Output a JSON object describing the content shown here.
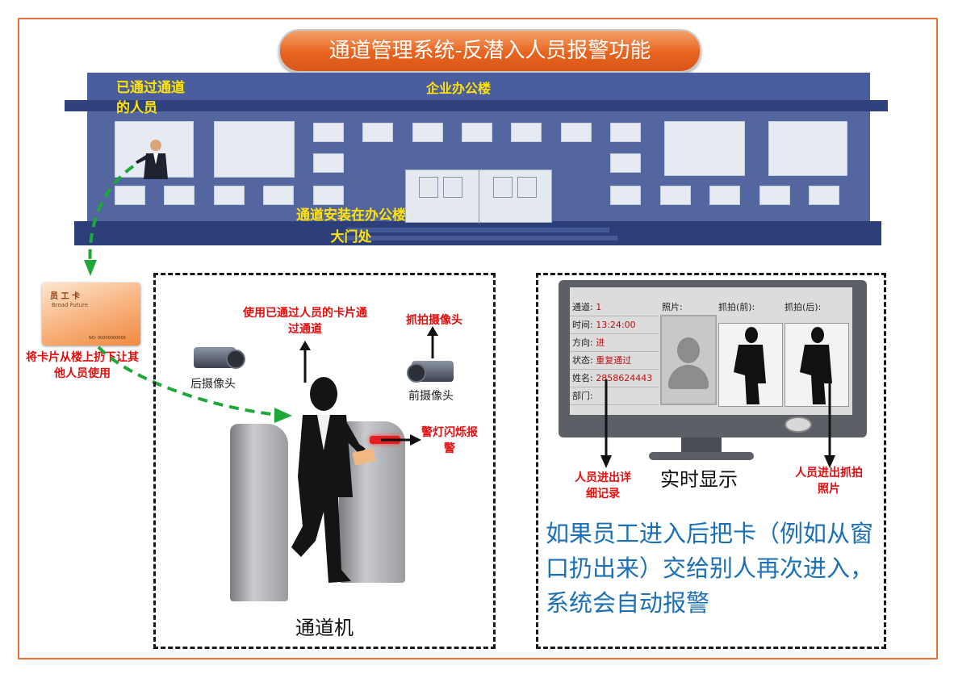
{
  "title": "通道管理系统-反潜入人员报警功能",
  "building": {
    "name": "企业办公楼",
    "passed_person_label": "已通过通道的人员",
    "install_label": "通道安装在办公楼大门处"
  },
  "card": {
    "line1": "员 工 卡",
    "line2": "Broad Future",
    "number": "NO: 00000000000",
    "throw_label": "将卡片从楼上扔下让其他人员使用"
  },
  "gate_panel": {
    "use_card_label": "使用已通过人员的卡片通过通道",
    "capture_camera_label": "抓拍摄像头",
    "rear_camera_label": "后摄像头",
    "front_camera_label": "前摄像头",
    "alarm_label": "警灯闪烁报警",
    "machine_label": "通道机"
  },
  "display_panel": {
    "fields": [
      {
        "key": "通道:",
        "value": "1"
      },
      {
        "key": "时间:",
        "value": "13:24:00"
      },
      {
        "key": "方向:",
        "value": "进"
      },
      {
        "key": "状态:",
        "value": "重复通过"
      },
      {
        "key": "姓名:",
        "value": "2858624443"
      },
      {
        "key": "部门:",
        "value": ""
      }
    ],
    "photo_header": "照片:",
    "front_capture_header": "抓拍(前):",
    "rear_capture_header": "抓拍(后):",
    "record_label": "人员进出详细记录",
    "realtime_label": "实时显示",
    "capture_photo_label": "人员进出抓拍照片",
    "description": "如果员工进入后把卡（例如从窗口扔出来）交给别人再次进入，系统会自动报警"
  },
  "colors": {
    "frame": "#e8743b",
    "building": "#54669f",
    "yellow_text": "#ffe400",
    "red_text": "#e30d0d",
    "blue_text": "#1a6fb5",
    "arrow_green": "#1fa83a"
  }
}
